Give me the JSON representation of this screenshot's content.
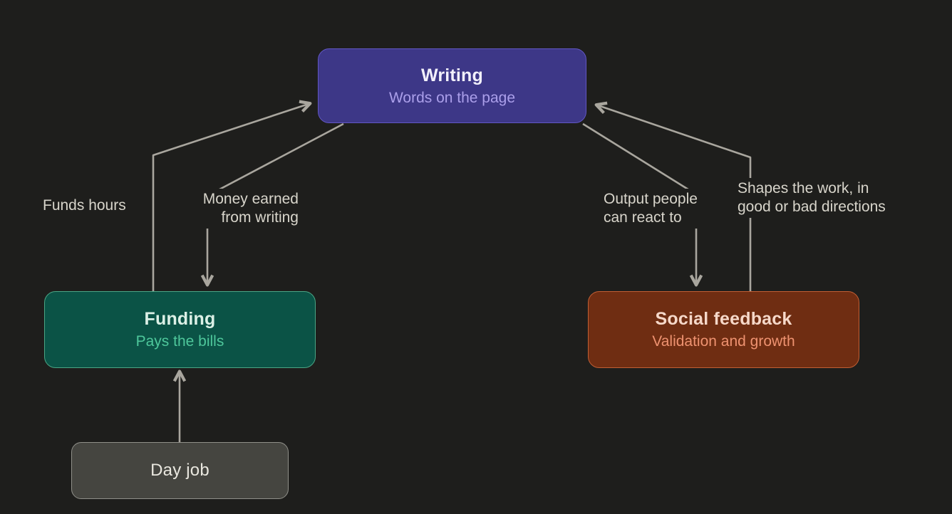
{
  "canvas": {
    "background_color": "#1e1e1c",
    "arrow_color": "#a9a69e",
    "edge_label_color": "#d8d5cb"
  },
  "nodes": {
    "writing": {
      "title": "Writing",
      "subtitle": "Words on the page",
      "fill": "#3d3787",
      "border_color": "#6156c2",
      "title_color": "#f2f0fb",
      "subtitle_color": "#ab9fea"
    },
    "funding": {
      "title": "Funding",
      "subtitle": "Pays the bills",
      "fill": "#0b5346",
      "border_color": "#4aa585",
      "title_color": "#dcf0e6",
      "subtitle_color": "#4ec79b"
    },
    "social_feedback": {
      "title": "Social feedback",
      "subtitle": "Validation and growth",
      "fill": "#6f2d12",
      "border_color": "#c05e34",
      "title_color": "#f6d8c9",
      "subtitle_color": "#ee9270"
    },
    "day_job": {
      "title": "Day job",
      "fill": "#454540",
      "border_color": "#90908a",
      "title_color": "#e9e7df"
    }
  },
  "edges": {
    "funds_hours": {
      "label_line1": "Funds hours",
      "from": "Funding",
      "to": "Writing"
    },
    "money_earned": {
      "label_line1": "Money earned",
      "label_line2": "from writing",
      "from": "Writing",
      "to": "Funding"
    },
    "output_people": {
      "label_line1": "Output people",
      "label_line2": "can react to",
      "from": "Writing",
      "to": "Social feedback"
    },
    "shapes_work": {
      "label_line1": "Shapes the work, in",
      "label_line2": "good or bad directions",
      "from": "Social feedback",
      "to": "Writing"
    },
    "day_job_to_funding": {
      "from": "Day job",
      "to": "Funding"
    }
  }
}
